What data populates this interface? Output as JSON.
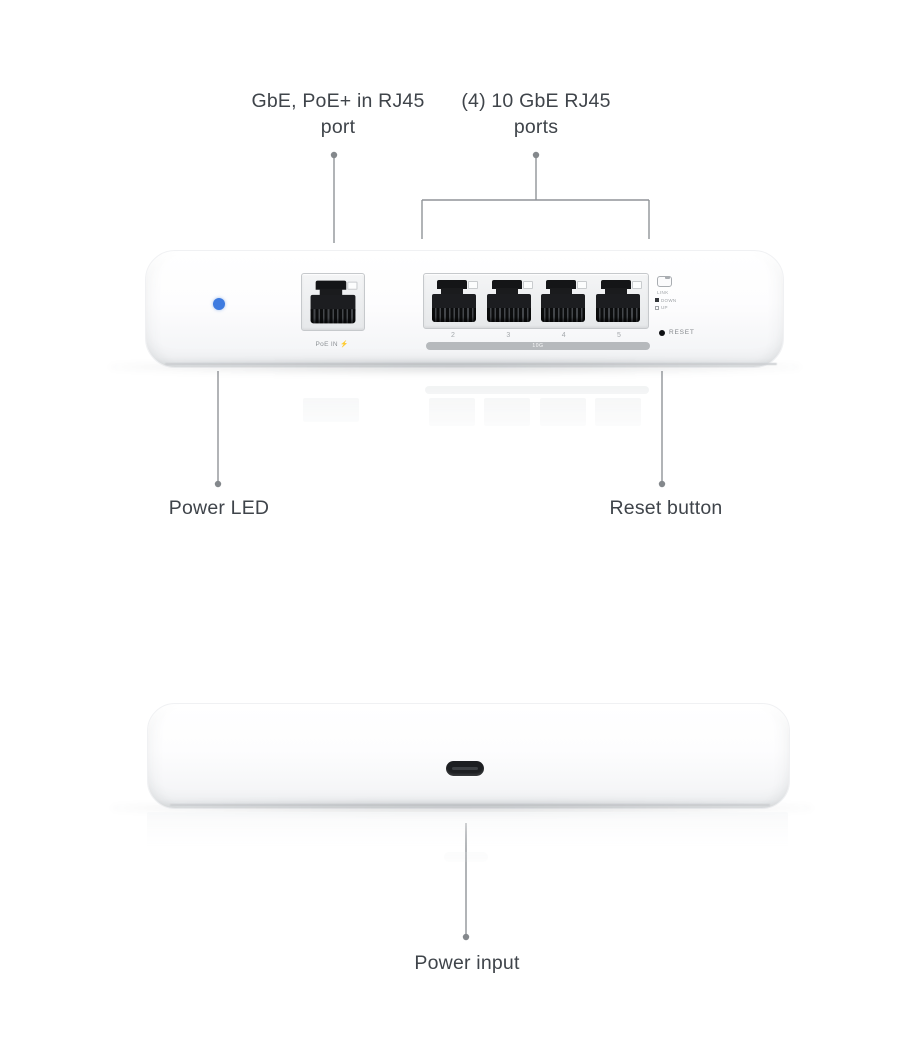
{
  "callouts": {
    "poe_port": {
      "line1": "GbE, PoE+ in RJ45",
      "line2": "port"
    },
    "tengbe_ports": {
      "line1": "(4) 10 GbE RJ45",
      "line2": "ports"
    },
    "power_led": "Power LED",
    "reset_button": "Reset button",
    "power_input": "Power input"
  },
  "front_view": {
    "poe_port_label": "PoE IN",
    "poe_bolt": "⚡",
    "port_numbers": [
      "2",
      "3",
      "4",
      "5"
    ],
    "speed_bar_label": "10G",
    "led_legend": {
      "link": "LINK",
      "down": "DOWN",
      "up": "UP"
    },
    "reset_label": "RESET"
  },
  "colors": {
    "power_led_blue": "#3E7BE0",
    "label_text": "#3F444A",
    "callout_line": "#909498",
    "callout_dot": "#84888C",
    "jack_dark": "#1C1D20",
    "bezel_gray": "#E9EAEC",
    "speed_bar_gray": "#B6B9BC"
  }
}
